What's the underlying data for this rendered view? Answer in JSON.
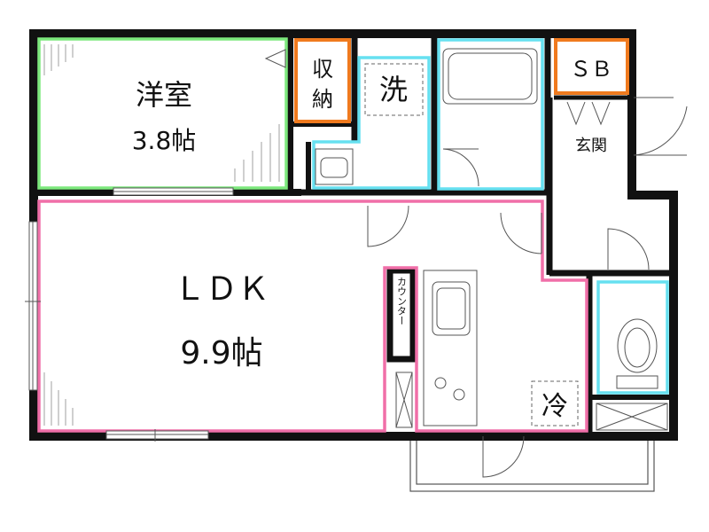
{
  "colors": {
    "wall": "#111111",
    "western_room": "#7de87d",
    "ldk": "#f06fa8",
    "storage": "#f07a1e",
    "wet_area": "#66e0f0",
    "thin_line": "#555555"
  },
  "rooms": {
    "western": {
      "name": "洋室",
      "size": "3.8帖"
    },
    "ldk": {
      "name": "ＬＤＫ",
      "size": "9.9帖"
    },
    "closet": {
      "line1": "収",
      "line2": "納"
    },
    "shoe_box": {
      "name": "ＳＢ"
    },
    "entrance": {
      "name": "玄関"
    },
    "laundry": {
      "name": "洗"
    },
    "counter": {
      "name": "カウンター"
    },
    "fridge": {
      "name": "冷"
    }
  },
  "icons": [
    "sink-icon",
    "stove-icon",
    "toilet-icon",
    "bathtub-icon",
    "washbasin-icon",
    "door-swing-icon"
  ]
}
